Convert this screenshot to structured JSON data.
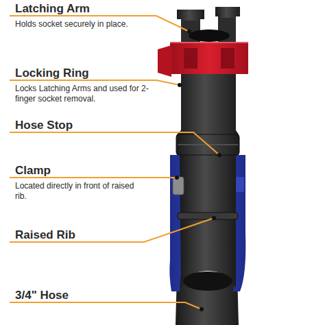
{
  "diagram": {
    "labels": [
      "Latching Arm",
      "Holds socket securely in place.",
      "Locking Ring",
      "Locks Latching Arms and used for 2-finger socket removal.",
      "Hose Stop",
      "Clamp",
      "Located directly in front of raised rib.",
      "Raised Rib",
      "3/4\" Hose"
    ]
  }
}
